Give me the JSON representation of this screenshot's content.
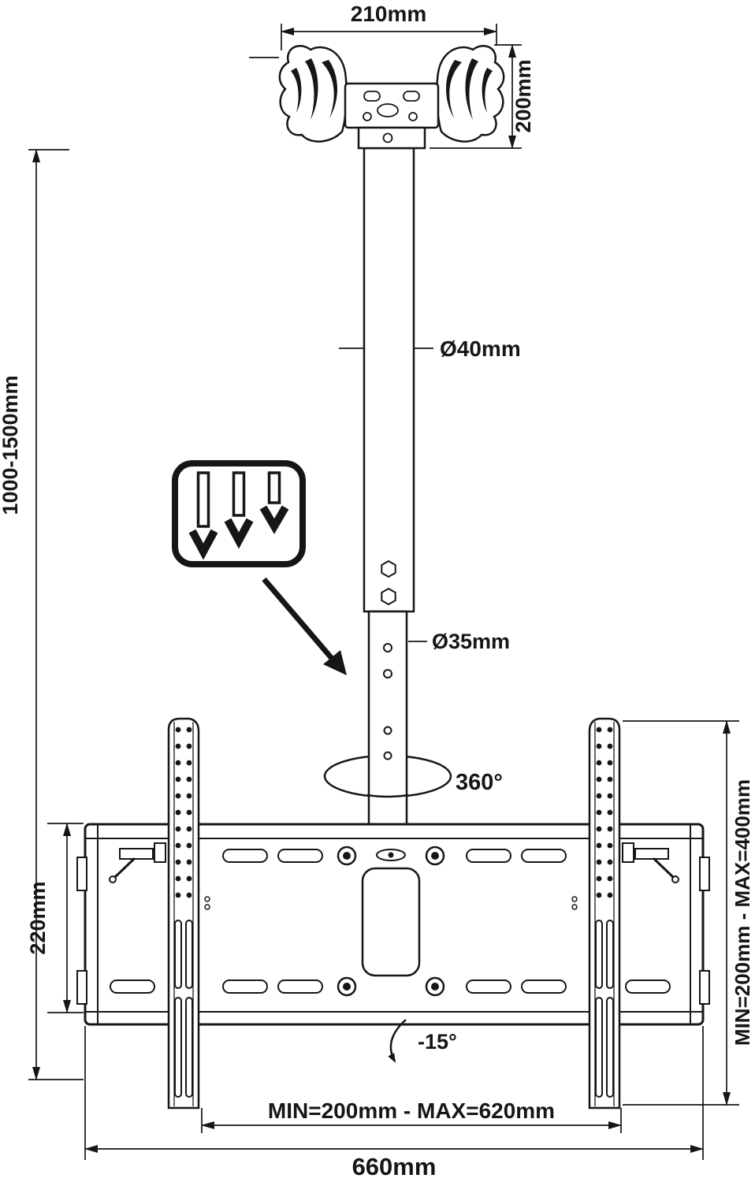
{
  "page": {
    "background_color": "#ffffff",
    "line_color": "#161616"
  },
  "diagram": {
    "labels": {
      "top_width": "210mm",
      "ceiling_plate_height": "200mm",
      "upper_pole_diameter": "Ø40mm",
      "drop_height_range": "1000-1500mm",
      "lower_pole_diameter": "Ø35mm",
      "swivel": "360°",
      "rail_height": "220mm",
      "bracket_height_range": "MIN=200mm - MAX=400mm",
      "tilt_angle": "-15°",
      "bracket_spacing_range": "MIN=200mm - MAX=620mm",
      "overall_width": "660mm"
    }
  }
}
